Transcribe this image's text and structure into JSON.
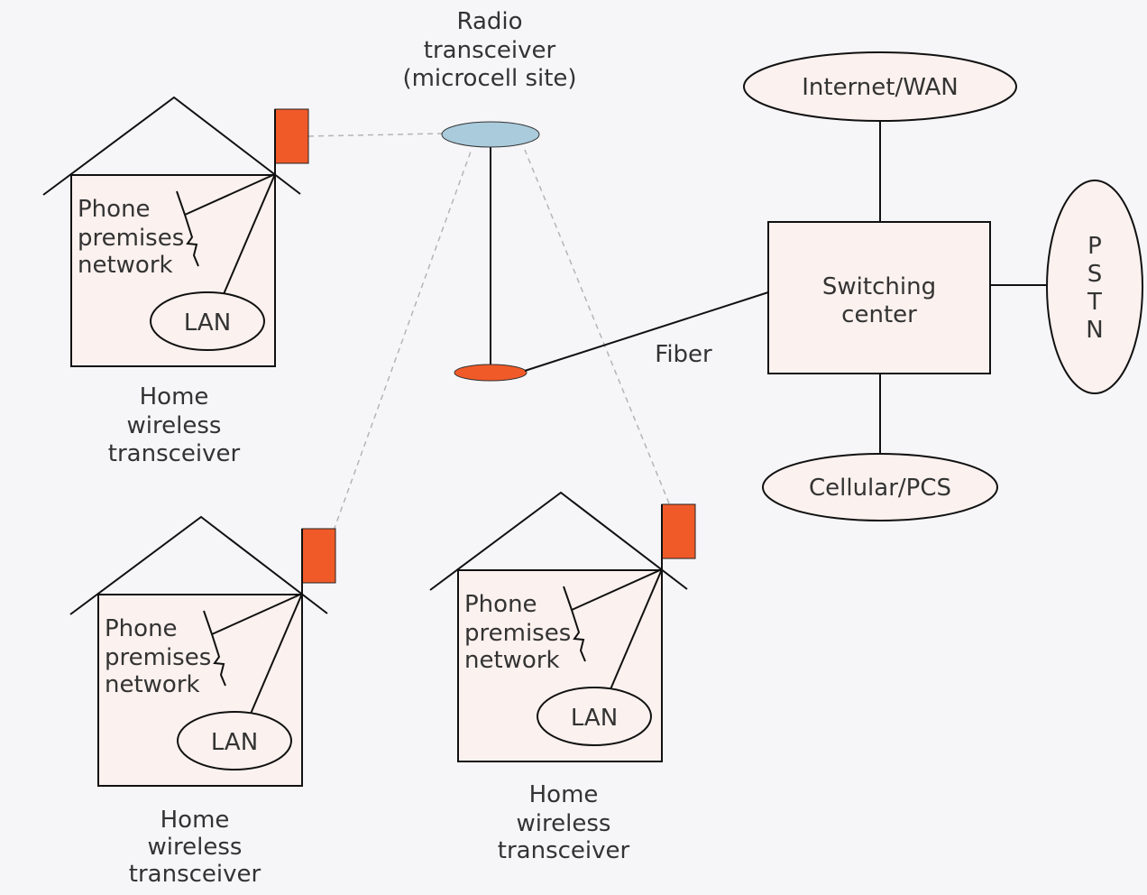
{
  "colors": {
    "background": "#f6f6f9",
    "node_fill": "#fbf1ee",
    "antenna_flag": "#f05a28",
    "radio_top": "#a9cbdc",
    "radio_base": "#f05a28",
    "line": "#111111",
    "wireless_link": "#b5b5b5"
  },
  "radio": {
    "label_lines": [
      "Radio",
      "transceiver",
      "(microcell site)"
    ]
  },
  "homes": [
    {
      "phone_lines": [
        "Phone",
        "premises",
        "network"
      ],
      "lan": "LAN",
      "caption_lines": [
        "Home",
        "wireless",
        "transceiver"
      ]
    },
    {
      "phone_lines": [
        "Phone",
        "premises",
        "network"
      ],
      "lan": "LAN",
      "caption_lines": [
        "Home",
        "wireless",
        "transceiver"
      ]
    },
    {
      "phone_lines": [
        "Phone",
        "premises",
        "network"
      ],
      "lan": "LAN",
      "caption_lines": [
        "Home",
        "wireless",
        "transceiver"
      ]
    }
  ],
  "fiber_label": "Fiber",
  "switching_center": {
    "lines": [
      "Switching",
      "center"
    ]
  },
  "internet": "Internet/WAN",
  "cellular": "Cellular/PCS",
  "pstn": [
    "P",
    "S",
    "T",
    "N"
  ]
}
